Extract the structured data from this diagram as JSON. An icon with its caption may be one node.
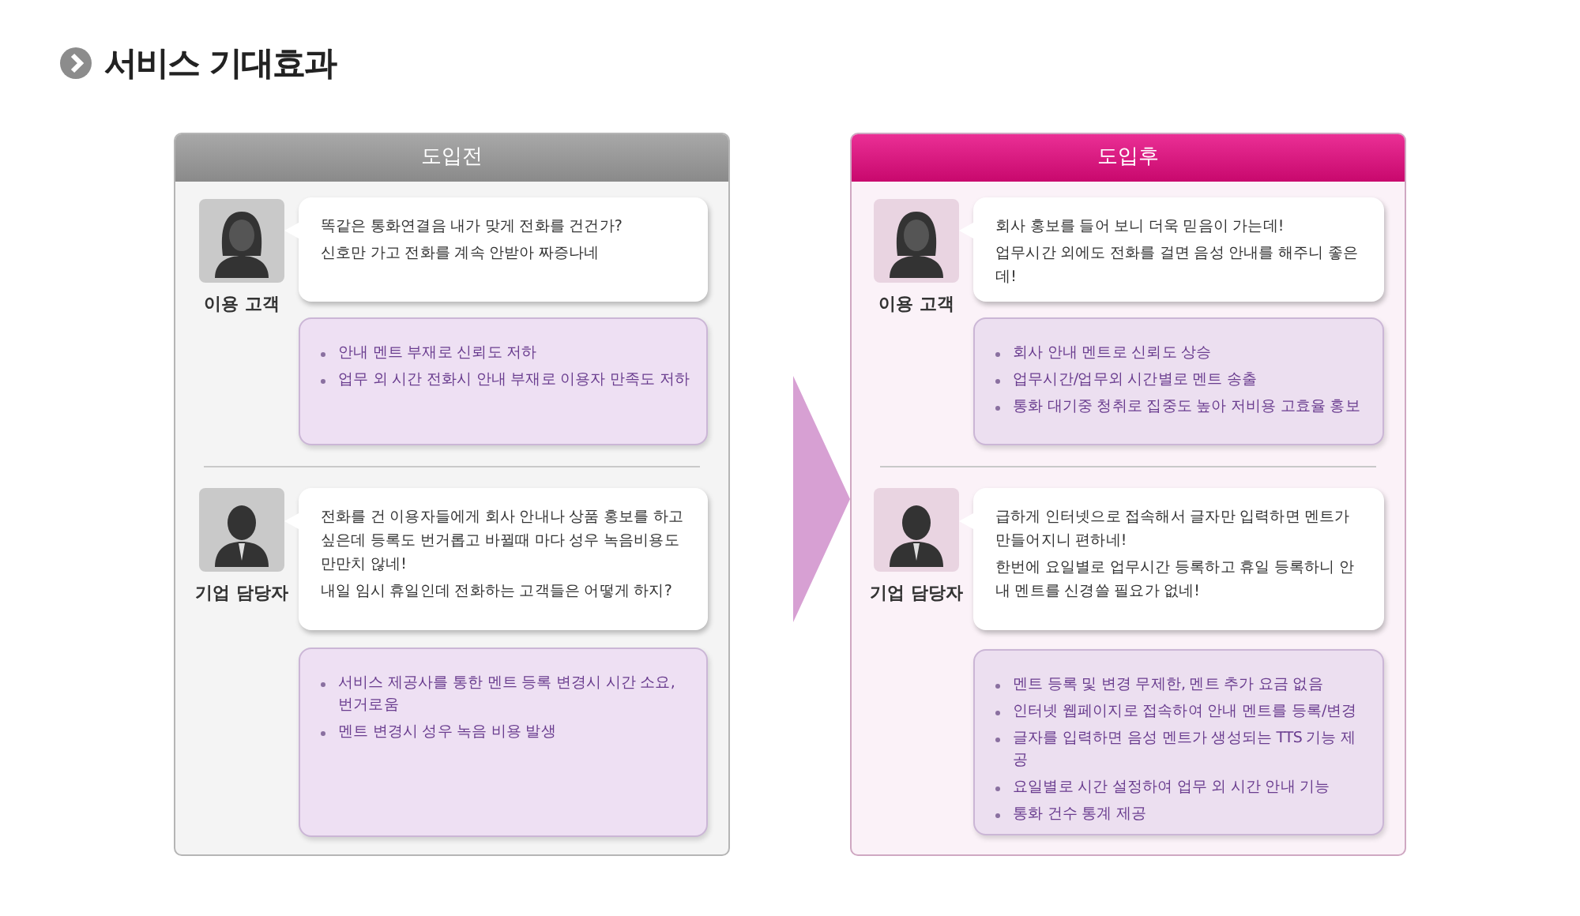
{
  "diagram": {
    "title": "서비스 기대효과",
    "nodes": [
      {
        "text": [
          "도입전"
        ]
      },
      {
        "text": [
          "이용 고객"
        ],
        "in": 0
      },
      {
        "text": [
          "똑같은 통화연결음 내가 맞게 전화를 건건가?",
          "신호만 가고 전화를 계속 안받아 짜증나네"
        ],
        "in": 0
      },
      {
        "text": [
          "안내 멘트 부재로 신뢰도 저하",
          "업무 외 시간 전화시 안내 부재로 이용자 만족도 저하"
        ],
        "in": 0
      },
      {
        "text": [
          "기업 담당자"
        ],
        "in": 0
      },
      {
        "text": [
          "전화를 건 이용자들에게 회사 안내나 상품 홍보를 하고 싶은데 등록도 번거롭고 바뀔때 마다 성우 녹음비용도 만만치 않네!",
          "내일 임시 휴일인데 전화하는 고객들은 어떻게 하지?"
        ],
        "in": 0
      },
      {
        "text": [
          "서비스 제공사를 통한 멘트 등록 변경시 시간 소요, 번거로움",
          "멘트 변경시 성우 녹음 비용 발생"
        ],
        "in": 0
      },
      {
        "text": [
          "도입후"
        ]
      },
      {
        "text": [
          "이용 고객"
        ],
        "in": 7
      },
      {
        "text": [
          "회사 홍보를 들어 보니 더욱 믿음이 가는데!",
          "업무시간 외에도 전화를 걸면 음성 안내를 해주니 좋은데!"
        ],
        "in": 7
      },
      {
        "text": [
          "회사 안내 멘트로 신뢰도 상승",
          "업무시간/업무외 시간별로 멘트 송출",
          "통화 대기중 청취로 집중도 높아 저비용 고효율 홍보"
        ],
        "in": 7
      },
      {
        "text": [
          "기업 담당자"
        ],
        "in": 7
      },
      {
        "text": [
          "급하게 인터넷으로 접속해서 글자만 입력하면 멘트가 만들어지니 편하네!",
          "한번에 요일별로 업무시간 등록하고 휴일 등록하니 안내 멘트를 신경쓸 필요가 없네!"
        ],
        "in": 7
      },
      {
        "text": [
          "멘트 등록 및 변경 무제한, 멘트 추가 요금 없음",
          "인터넷 웹페이지로 접속하여 안내 멘트를 등록/변경",
          "글자를 입력하면 음성 멘트가 생성되는 TTS 기능 제공",
          "요일별로 시간 설정하여 업무 외 시간 안내 기능",
          "통화 건수 통계 제공"
        ],
        "in": 7
      }
    ],
    "edges": [
      {
        "from": 0,
        "to": 7,
        "arrow": "to"
      }
    ]
  }
}
